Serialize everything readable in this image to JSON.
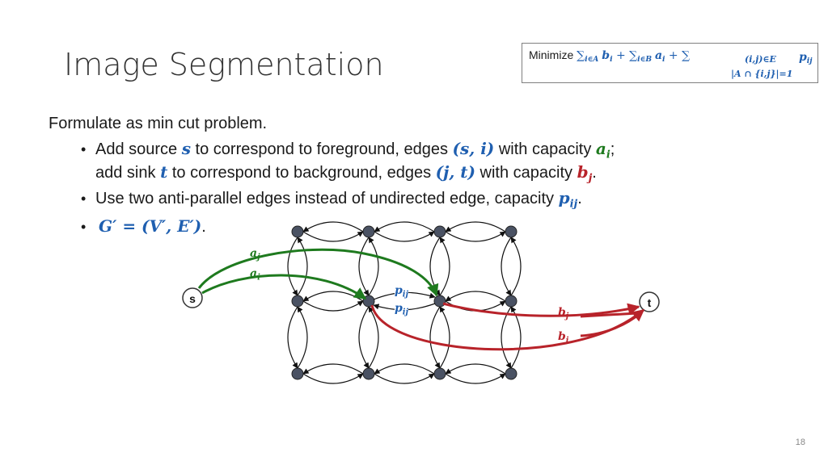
{
  "slide": {
    "title": "Image Segmentation",
    "page_number": "18"
  },
  "formula": {
    "prefix": "Minimize ",
    "sum_a_sub": "i∈A",
    "b_i": "b",
    "b_i_sub": "i",
    "plus": " + ",
    "sum_b_sub": "i∈B",
    "a_i": "a",
    "a_i_sub": "i",
    "sum3_sub": "(i,j)∈E",
    "sum3_sub2": "|A ∩ {i,j}|=1",
    "p_ij": "p",
    "p_ij_sub": "ij"
  },
  "body": {
    "intro": "Formulate as min cut problem.",
    "b1_l1_a": "Add source ",
    "b1_l1_s": "s",
    "b1_l1_b": " to correspond to foreground, edges ",
    "b1_l1_c": "(s, i)",
    "b1_l1_d": " with capacity ",
    "b1_l1_e": "a",
    "b1_l1_e_sub": "i",
    "b1_l1_f": ";",
    "b1_l2_a": "add sink ",
    "b1_l2_t": "t",
    "b1_l2_b": " to correspond to background, edges ",
    "b1_l2_c": "(j, t)",
    "b1_l2_d": " with capacity ",
    "b1_l2_e": "b",
    "b1_l2_e_sub": "j",
    "b1_l2_f": ".",
    "b2_a": "Use two anti-parallel edges instead of undirected edge, capacity ",
    "b2_p": "p",
    "b2_p_sub": "ij",
    "b2_f": ".",
    "b3_a": "G′  =  (V′, E′)",
    "b3_f": "."
  },
  "graph": {
    "source_label": "s",
    "sink_label": "t",
    "labels": {
      "aj": "a",
      "aj_sub": "j",
      "ai": "a",
      "ai_sub": "i",
      "pij1": "p",
      "pij1_sub": "ij",
      "pij2": "p",
      "pij2_sub": "ij",
      "bj": "b",
      "bj_sub": "j",
      "bi": "b",
      "bi_sub": "i"
    },
    "colors": {
      "source_edges": "#1e7a1e",
      "sink_edges": "#b8232a",
      "node_fill": "#4a5263",
      "math_blue": "#1f5fb0"
    }
  }
}
